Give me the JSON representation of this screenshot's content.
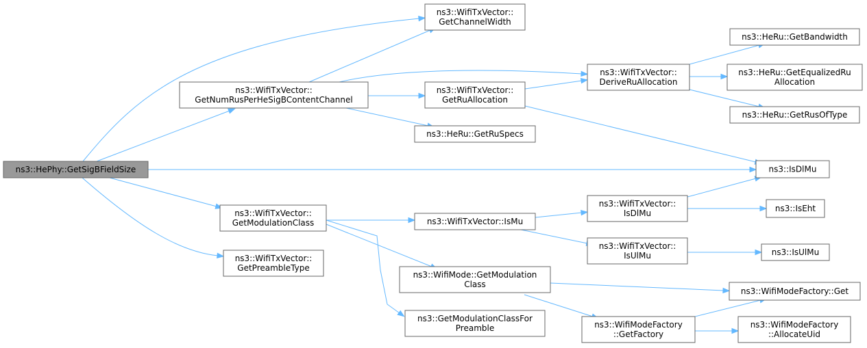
{
  "graph": {
    "nodes": [
      {
        "id": "root",
        "lines": [
          "ns3::HePhy::GetSigBFieldSize"
        ],
        "root": true
      },
      {
        "id": "getChannelWidth",
        "lines": [
          "ns3::WifiTxVector::",
          "GetChannelWidth"
        ]
      },
      {
        "id": "getNumRus",
        "lines": [
          "ns3::WifiTxVector::",
          "GetNumRusPerHeSigBContentChannel"
        ]
      },
      {
        "id": "deriveRu",
        "lines": [
          "ns3::WifiTxVector::",
          "DeriveRuAllocation"
        ]
      },
      {
        "id": "getRuAlloc",
        "lines": [
          "ns3::WifiTxVector::",
          "GetRuAllocation"
        ]
      },
      {
        "id": "getRuSpecs",
        "lines": [
          "ns3::HeRu::GetRuSpecs"
        ]
      },
      {
        "id": "getBandwidth",
        "lines": [
          "ns3::HeRu::GetBandwidth"
        ]
      },
      {
        "id": "getEqualized",
        "lines": [
          "ns3::HeRu::GetEqualizedRu",
          "Allocation"
        ]
      },
      {
        "id": "getRusOfType",
        "lines": [
          "ns3::HeRu::GetRusOfType"
        ]
      },
      {
        "id": "isDlMuFree",
        "lines": [
          "ns3::IsDlMu"
        ]
      },
      {
        "id": "getModClass",
        "lines": [
          "ns3::WifiTxVector::",
          "GetModulationClass"
        ]
      },
      {
        "id": "getPreamble",
        "lines": [
          "ns3::WifiTxVector::",
          "GetPreambleType"
        ]
      },
      {
        "id": "isMu",
        "lines": [
          "ns3::WifiTxVector::IsMu"
        ]
      },
      {
        "id": "txIsDlMu",
        "lines": [
          "ns3::WifiTxVector::",
          "IsDlMu"
        ]
      },
      {
        "id": "txIsUlMu",
        "lines": [
          "ns3::WifiTxVector::",
          "IsUlMu"
        ]
      },
      {
        "id": "isEht",
        "lines": [
          "ns3::IsEht"
        ]
      },
      {
        "id": "isUlMuFree",
        "lines": [
          "ns3::IsUlMu"
        ]
      },
      {
        "id": "modeGetModClass",
        "lines": [
          "ns3::WifiMode::GetModulation",
          "Class"
        ]
      },
      {
        "id": "getModClassForPreamble",
        "lines": [
          "ns3::GetModulationClassFor",
          "Preamble"
        ]
      },
      {
        "id": "factoryGet",
        "lines": [
          "ns3::WifiModeFactory::Get"
        ]
      },
      {
        "id": "getFactory",
        "lines": [
          "ns3::WifiModeFactory",
          "::GetFactory"
        ]
      },
      {
        "id": "allocateUid",
        "lines": [
          "ns3::WifiModeFactory",
          "::AllocateUid"
        ]
      }
    ],
    "edges": [
      {
        "from": "root",
        "to": "getChannelWidth"
      },
      {
        "from": "root",
        "to": "getNumRus"
      },
      {
        "from": "root",
        "to": "isDlMuFree"
      },
      {
        "from": "root",
        "to": "getModClass"
      },
      {
        "from": "root",
        "to": "getPreamble"
      },
      {
        "from": "getNumRus",
        "to": "getChannelWidth"
      },
      {
        "from": "getNumRus",
        "to": "deriveRu"
      },
      {
        "from": "getNumRus",
        "to": "getRuAlloc"
      },
      {
        "from": "getNumRus",
        "to": "getRuSpecs"
      },
      {
        "from": "getRuAlloc",
        "to": "deriveRu"
      },
      {
        "from": "getRuAlloc",
        "to": "isDlMuFree"
      },
      {
        "from": "deriveRu",
        "to": "getBandwidth"
      },
      {
        "from": "deriveRu",
        "to": "getEqualized"
      },
      {
        "from": "deriveRu",
        "to": "getRusOfType"
      },
      {
        "from": "getModClass",
        "to": "isMu"
      },
      {
        "from": "getModClass",
        "to": "modeGetModClass"
      },
      {
        "from": "getModClass",
        "to": "getModClassForPreamble"
      },
      {
        "from": "isMu",
        "to": "txIsDlMu"
      },
      {
        "from": "isMu",
        "to": "txIsUlMu"
      },
      {
        "from": "txIsDlMu",
        "to": "isDlMuFree"
      },
      {
        "from": "txIsDlMu",
        "to": "isEht"
      },
      {
        "from": "txIsUlMu",
        "to": "isUlMuFree"
      },
      {
        "from": "modeGetModClass",
        "to": "factoryGet"
      },
      {
        "from": "modeGetModClass",
        "to": "getFactory"
      },
      {
        "from": "getFactory",
        "to": "factoryGet"
      },
      {
        "from": "getFactory",
        "to": "allocateUid"
      }
    ]
  }
}
